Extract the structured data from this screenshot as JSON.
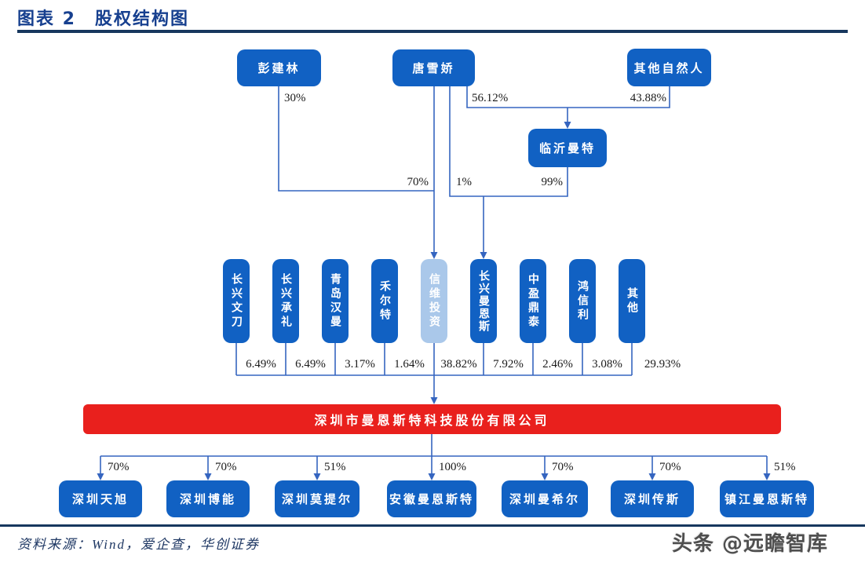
{
  "figure": {
    "title": "图表 2　股权结构图"
  },
  "top_shareholders": {
    "peng": {
      "label": "彭建林"
    },
    "tang": {
      "label": "唐雪娇"
    },
    "others": {
      "label": "其他自然人"
    },
    "linyi": {
      "label": "临沂曼特"
    }
  },
  "ownership_labels": {
    "peng_to_xinwei": "30%",
    "tang_to_linyi": "56.12%",
    "others_to_linyi": "43.88%",
    "tang_to_xinwei": "70%",
    "tang_to_changxing": "1%",
    "linyi_to_changxing": "99%"
  },
  "mid_shareholders": [
    {
      "label": "长兴文刀",
      "pct": "6.49%"
    },
    {
      "label": "长兴承礼",
      "pct": "6.49%"
    },
    {
      "label": "青岛汉曼",
      "pct": "3.17%"
    },
    {
      "label": "禾尔特",
      "pct": "1.64%"
    },
    {
      "label": "信维投资",
      "pct": "38.82%"
    },
    {
      "label": "长兴曼恩斯",
      "pct": "7.92%"
    },
    {
      "label": "中盈鼎泰",
      "pct": "2.46%"
    },
    {
      "label": "鸿信利",
      "pct": "3.08%"
    },
    {
      "label": "其他",
      "pct": "29.93%"
    }
  ],
  "company": {
    "label": "深圳市曼恩斯特科技股份有限公司"
  },
  "subsidiaries": [
    {
      "label": "深圳天旭",
      "pct": "70%"
    },
    {
      "label": "深圳博能",
      "pct": "70%"
    },
    {
      "label": "深圳莫提尔",
      "pct": "51%"
    },
    {
      "label": "安徽曼恩斯特",
      "pct": "100%"
    },
    {
      "label": "深圳曼希尔",
      "pct": "70%"
    },
    {
      "label": "深圳传斯",
      "pct": "70%"
    },
    {
      "label": "镇江曼恩斯特",
      "pct": "51%"
    }
  ],
  "footer": {
    "source": "资料来源：Wind，爱企查，华创证券",
    "watermark": "头条 @远瞻智库"
  },
  "colors": {
    "node_blue": "#1161c3",
    "node_light_blue": "#aac8ea",
    "company_red": "#e9201d",
    "line_blue": "#3565c0",
    "title_navy": "#17408f",
    "rule_navy": "#17375e"
  }
}
